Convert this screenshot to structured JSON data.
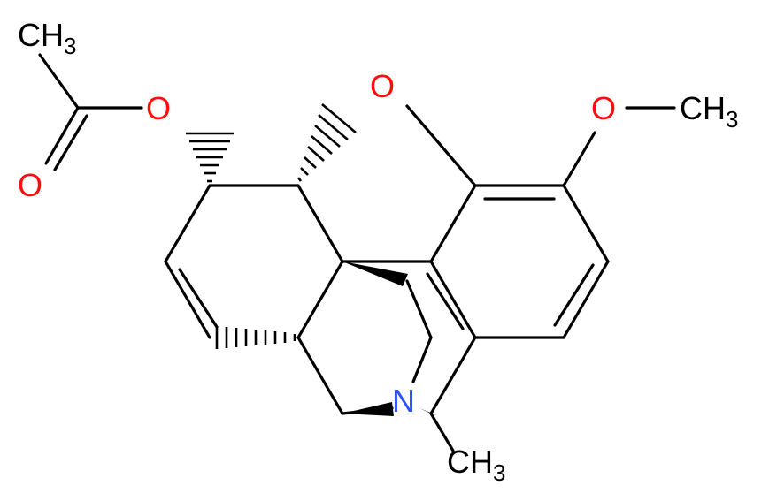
{
  "molecule": {
    "labels": {
      "acetyl_methyl": {
        "main": "CH",
        "sub": "3"
      },
      "carbonyl_oxygen": "O",
      "ester_oxygen": "O",
      "ether_bridge_oxygen": "O",
      "methoxy_oxygen": "O",
      "methoxy_methyl": {
        "main": "CH",
        "sub": "3"
      },
      "amine_nitrogen": "N",
      "n_methyl": {
        "main": "CH",
        "sub": "3"
      }
    },
    "colors": {
      "bond": "#000000",
      "oxygen": "#ff0d0d",
      "nitrogen": "#3050f8",
      "carbon_label": "#000000"
    }
  }
}
